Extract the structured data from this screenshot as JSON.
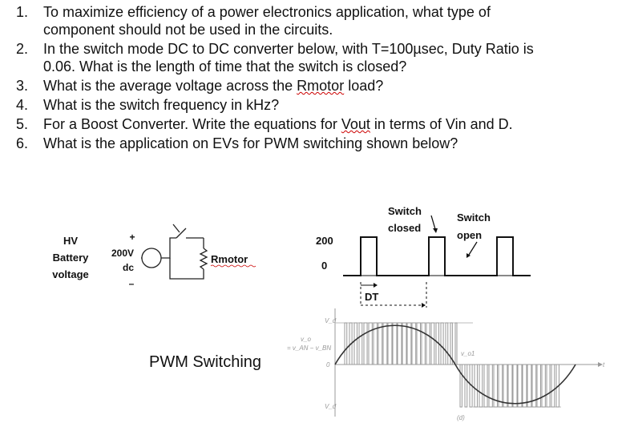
{
  "questions": [
    {
      "num": "1.",
      "lines": [
        "To maximize efficiency of a power electronics application, what type of",
        "component should not be used in the circuits."
      ]
    },
    {
      "num": "2.",
      "lines": [
        "In the switch mode DC to DC converter below, with T=100µsec, Duty Ratio is",
        "0.06.  What is the length of time that the switch is closed?"
      ]
    },
    {
      "num": "3.",
      "pre": "What is the average voltage across the ",
      "mark": "Rmotor",
      "post": " load?"
    },
    {
      "num": "4.",
      "lines": [
        "What is the switch frequency in kHz?"
      ]
    },
    {
      "num": "5.",
      "pre": "For a Boost Converter. Write the equations for ",
      "mark": "Vout",
      "post": " in terms of Vin and D."
    },
    {
      "num": "6.",
      "lines": [
        "What is the application on EVs for PWM switching shown below?"
      ]
    }
  ],
  "circuit": {
    "hv_label": [
      "HV",
      "Battery",
      "voltage"
    ],
    "plus": "+",
    "minus": "–",
    "source_label": [
      "200V",
      "dc"
    ],
    "load_label": "Rmotor"
  },
  "waveform": {
    "y_labels": [
      "200",
      "0"
    ],
    "switch_closed": [
      "Switch",
      "closed"
    ],
    "switch_open": [
      "Switch",
      "open"
    ],
    "dt_label": "DT"
  },
  "pwm": {
    "caption": "PWM Switching",
    "faint_labels": [
      "V_d",
      "v_o",
      "= v_AN − v_BN",
      "0",
      "V_d",
      "v_o1",
      "(d)",
      "t"
    ]
  }
}
